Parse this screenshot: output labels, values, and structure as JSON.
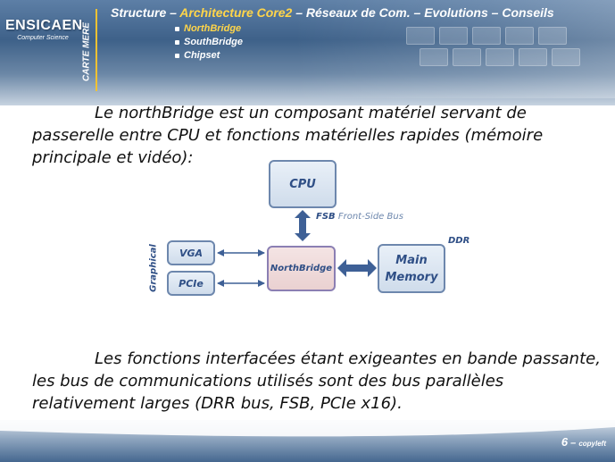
{
  "header": {
    "logo_name": "ENSICAEN",
    "logo_sub": "Computer Science",
    "side_label": "CARTE MERE",
    "breadcrumb": {
      "item1": "Structure",
      "sep1": " – ",
      "item2": "Architecture Core2",
      "sep2": " – ",
      "item3": "Réseaux de Com.",
      "sep3": " – ",
      "item4": "Evolutions",
      "sep4": " – ",
      "item5": "Conseils"
    },
    "submenu": [
      "NorthBridge",
      "SouthBridge",
      "Chipset"
    ]
  },
  "body": {
    "paragraph1": "Le northBridge est un composant matériel servant de passerelle entre CPU et fonctions matérielles rapides (mémoire principale et vidéo):",
    "paragraph2": "Les fonctions interfacées étant exigeantes en bande passante, les bus de communications utilisés sont des bus parallèles relativement larges (DRR bus, FSB, PCIe x16)."
  },
  "diagram": {
    "cpu": "CPU",
    "fsb_abbr": "FSB",
    "fsb_full": "Front-Side Bus",
    "northbridge": "NorthBridge",
    "vga": "VGA",
    "pcie": "PCIe",
    "graphical": "Graphical",
    "main_memory_line1": "Main",
    "main_memory_line2": "Memory",
    "ddr": "DDR"
  },
  "footer": {
    "page_number": "6",
    "dash": " – ",
    "copyleft": "copyleft"
  },
  "colors": {
    "accent_yellow": "#ffd54a",
    "box_border": "#6d87ad",
    "arrow_blue": "#3e6096",
    "text_blue": "#2f4f86"
  }
}
